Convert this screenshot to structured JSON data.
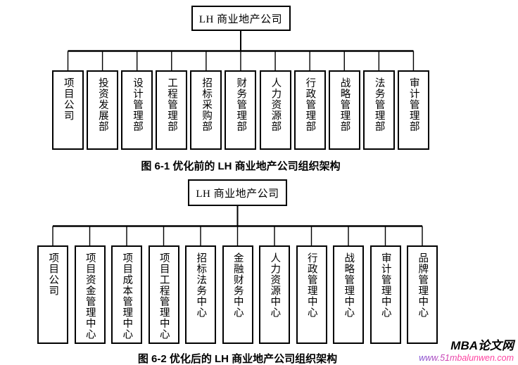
{
  "charts": [
    {
      "id": "before",
      "root_label": "LH 商业地产公司",
      "departments": [
        "项目公司",
        "投资发展部",
        "设计管理部",
        "工程管理部",
        "招标采购部",
        "财务管理部",
        "人力资源部",
        "行政管理部",
        "战略管理部",
        "法务管理部",
        "审计管理部"
      ],
      "caption": "图 6-1 优化前的 LH 商业地产公司组织架构"
    },
    {
      "id": "after",
      "root_label": "LH 商业地产公司",
      "departments": [
        "项目公司",
        "项目资金管理中心",
        "项目成本管理中心",
        "项目工程管理中心",
        "招标法务中心",
        "金融财务中心",
        "人力资源中心",
        "行政管理中心",
        "战略管理中心",
        "审计管理中心",
        "品牌管理中心"
      ],
      "caption": "图 6-2 优化后的 LH 商业地产公司组织架构"
    }
  ],
  "watermark": {
    "site_name": "MBA论文网",
    "site_url": "www.51mbalunwen.com",
    "name_color": "#000000",
    "url_color_left": "#7b52d6",
    "url_color_right": "#ff3d9e"
  },
  "diagram": {
    "line_color": "#000000",
    "box_border_color": "#000000",
    "box_background": "#ffffff",
    "page_background": "#ffffff"
  }
}
